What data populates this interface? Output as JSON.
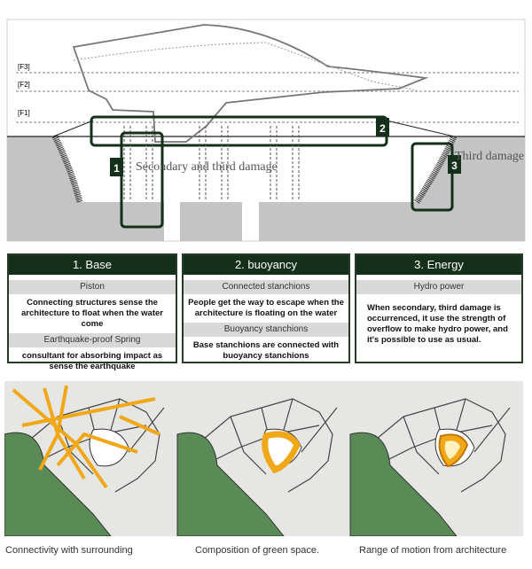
{
  "section": {
    "floors": [
      "[F3]",
      "[F2]",
      "[F1]"
    ],
    "markers": [
      "1",
      "2",
      "3"
    ],
    "annotations": {
      "secondary": "Secondary and third damage",
      "third": "Third damage"
    }
  },
  "cards": [
    {
      "title": "1. Base",
      "items": [
        {
          "label": "Piston",
          "text": "Connecting structures sense the architecture to float when the water come"
        },
        {
          "label": "Earthquake-proof Spring",
          "text": "consultant for absorbing impact as sense the earthquake"
        }
      ]
    },
    {
      "title": "2. buoyancy",
      "items": [
        {
          "label": "Connected stanchions",
          "text": "People get the way to escape when the architecture is floating on the water"
        },
        {
          "label": "Buoyancy stanchions",
          "text": "Base stanchions are connected with buoyancy stanchions"
        }
      ]
    },
    {
      "title": "3. Energy",
      "items": [
        {
          "label": "Hydro power",
          "text": "When secondary, third damage is occurrenced, it use the strength of overflow to make hydro power, and it's possible to use as usual."
        }
      ]
    }
  ],
  "captions": [
    "Connectivity with surrounding",
    "Composition of green space.",
    "Range of motion from architecture"
  ],
  "colors": {
    "dark_green": "#14301a",
    "land_green": "#5a8a55",
    "orange": "#f0a818",
    "ground": "#c4c4c4"
  }
}
